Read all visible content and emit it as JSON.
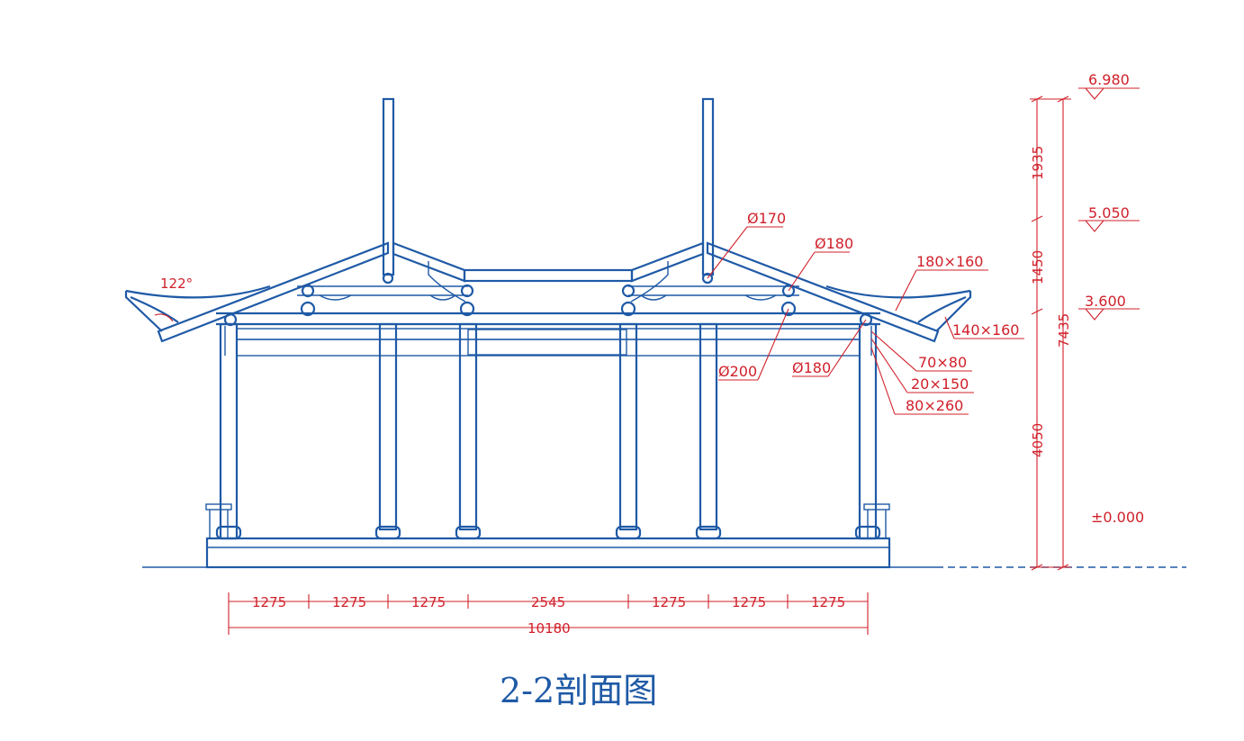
{
  "title": "2-2剖面图",
  "angle_label": "122°",
  "elevations": [
    "6.980",
    "5.050",
    "3.600",
    "±0.000"
  ],
  "vertical_dims": [
    "1935",
    "1450",
    "4050",
    "7435"
  ],
  "horizontal_dims": [
    "1275",
    "1275",
    "1275",
    "2545",
    "1275",
    "1275",
    "1275"
  ],
  "total_width": "10180",
  "member_labels": {
    "d170": "Ø170",
    "d180_upper": "Ø180",
    "rafter_180x160": "180×160",
    "eave_140x160": "140×160",
    "d200": "Ø200",
    "d180_lower": "Ø180",
    "s70x80": "70×80",
    "s20x150": "20×150",
    "s80x260": "80×260"
  },
  "colors": {
    "structure": "#1f5aa6",
    "dimension": "#d0202a"
  }
}
